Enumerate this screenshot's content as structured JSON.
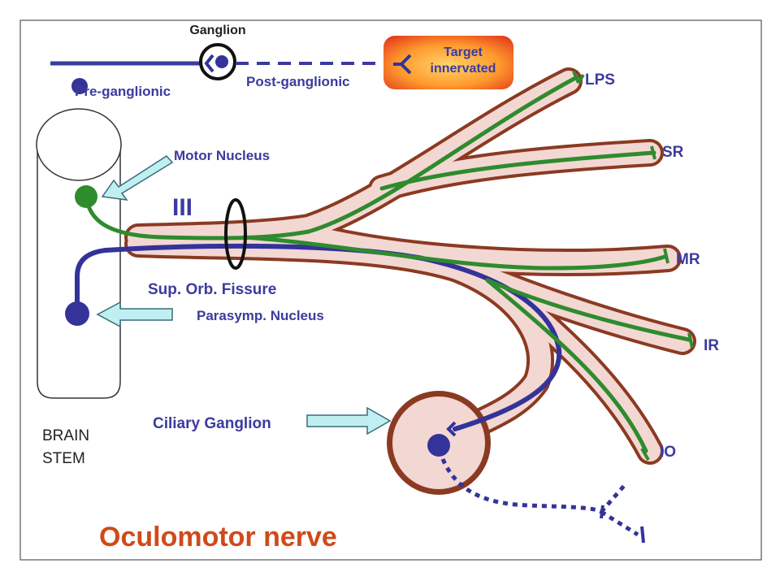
{
  "legend": {
    "ganglion": "Ganglion",
    "pre_ganglionic": "Pre-ganglionic",
    "post_ganglionic": "Post-ganglionic",
    "target_line1": "Target",
    "target_line2": "innervated"
  },
  "labels": {
    "motor_nucleus": "Motor Nucleus",
    "nerve_number": "III",
    "sup_orb_fissure": "Sup. Orb. Fissure",
    "parasymp_nucleus": "Parasymp. Nucleus",
    "ciliary_ganglion": "Ciliary Ganglion",
    "brain_stem_line1": "BRAIN",
    "brain_stem_line2": "STEM",
    "title": "Oculomotor nerve"
  },
  "muscles": {
    "lps": "LPS",
    "sr": "SR",
    "mr": "MR",
    "ir": "IR",
    "io": "IO"
  },
  "colors": {
    "nerve_fill": "#f3d7d2",
    "nerve_outline": "#8b3a22",
    "motor": "#2e8b2e",
    "parasympathetic": "#33339a",
    "target_gradient_start": "#e03a1a",
    "target_gradient_end": "#ffb84a",
    "arrow_fill": "#bfeff0",
    "title": "#d04a1a"
  }
}
